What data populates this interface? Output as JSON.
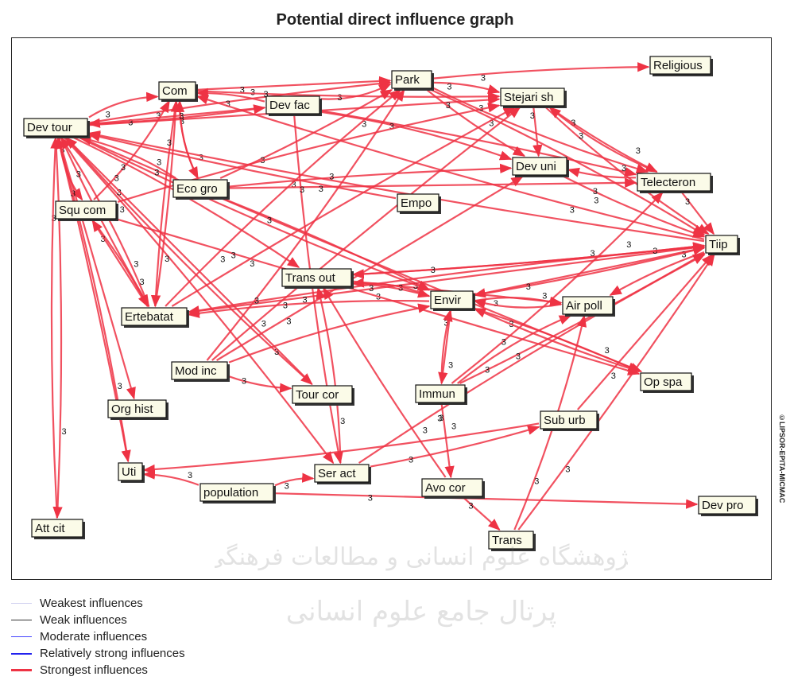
{
  "title": "Potential direct influence graph",
  "watermark": {
    "line1": "پژوهشگاه علوم انسانی و مطالعات فرهنگی",
    "line2": "پرتال جامع علوم انسانی"
  },
  "side_text": "©LIPSOR-EPITA-MICMAC",
  "edge_default_weight": "3",
  "colors": {
    "strongest": "#ee3344",
    "relatively_strong": "#2222ee",
    "moderate": "#4444ff",
    "weak": "#333333",
    "weakest": "#d0d0f0"
  },
  "legend": [
    {
      "label": "Weakest influences",
      "color": "#d0d0f0",
      "thickness": 1
    },
    {
      "label": "Weak influences",
      "color": "#333333",
      "thickness": 1
    },
    {
      "label": "Moderate influences",
      "color": "#4444ff",
      "thickness": 1
    },
    {
      "label": "Relatively strong influences",
      "color": "#2222ee",
      "thickness": 2
    },
    {
      "label": "Strongest influences",
      "color": "#ee3344",
      "thickness": 3
    }
  ],
  "nodes": [
    {
      "id": "com",
      "label": "Com"
    },
    {
      "id": "park",
      "label": "Park"
    },
    {
      "id": "religious",
      "label": "Religious"
    },
    {
      "id": "devfac",
      "label": "Dev fac"
    },
    {
      "id": "stejari",
      "label": "Stejari sh"
    },
    {
      "id": "devtour",
      "label": "Dev tour"
    },
    {
      "id": "devuni",
      "label": "Dev uni"
    },
    {
      "id": "ecogro",
      "label": "Eco gro"
    },
    {
      "id": "telecteron",
      "label": "Telecteron"
    },
    {
      "id": "squcom",
      "label": "Squ com"
    },
    {
      "id": "empo",
      "label": "Empo"
    },
    {
      "id": "tiip",
      "label": "Tiip"
    },
    {
      "id": "transout",
      "label": "Trans out"
    },
    {
      "id": "envir",
      "label": "Envir"
    },
    {
      "id": "airpoll",
      "label": "Air poll"
    },
    {
      "id": "ertebatat",
      "label": "Ertebatat"
    },
    {
      "id": "modinc",
      "label": "Mod inc"
    },
    {
      "id": "opspa",
      "label": "Op spa"
    },
    {
      "id": "tourcor",
      "label": "Tour cor"
    },
    {
      "id": "immun",
      "label": "Immun"
    },
    {
      "id": "orghist",
      "label": "Org hist"
    },
    {
      "id": "suburb",
      "label": "Sub urb"
    },
    {
      "id": "uti",
      "label": "Uti"
    },
    {
      "id": "population",
      "label": "population"
    },
    {
      "id": "seract",
      "label": "Ser act"
    },
    {
      "id": "avocor",
      "label": "Avo cor"
    },
    {
      "id": "devpro",
      "label": "Dev pro"
    },
    {
      "id": "attcit",
      "label": "Att cit"
    },
    {
      "id": "trans",
      "label": "Trans"
    }
  ],
  "edges": [
    [
      "devtour",
      "com"
    ],
    [
      "devtour",
      "park"
    ],
    [
      "devtour",
      "stejari"
    ],
    [
      "devtour",
      "devfac"
    ],
    [
      "devtour",
      "squcom"
    ],
    [
      "devtour",
      "attcit"
    ],
    [
      "devtour",
      "uti"
    ],
    [
      "devtour",
      "orghist"
    ],
    [
      "devtour",
      "ertebatat"
    ],
    [
      "devtour",
      "tourcor"
    ],
    [
      "devtour",
      "seract"
    ],
    [
      "park",
      "religious"
    ],
    [
      "com",
      "park"
    ],
    [
      "devfac",
      "com"
    ],
    [
      "devfac",
      "park"
    ],
    [
      "devfac",
      "devuni"
    ],
    [
      "devfac",
      "telecteron"
    ],
    [
      "devfac",
      "devtour"
    ],
    [
      "park",
      "devuni"
    ],
    [
      "park",
      "telecteron"
    ],
    [
      "park",
      "tiip"
    ],
    [
      "park",
      "stejari"
    ],
    [
      "stejari",
      "devuni"
    ],
    [
      "stejari",
      "telecteron"
    ],
    [
      "stejari",
      "tiip"
    ],
    [
      "telecteron",
      "stejari"
    ],
    [
      "telecteron",
      "devuni"
    ],
    [
      "telecteron",
      "tiip"
    ],
    [
      "devuni",
      "tiip"
    ],
    [
      "ecogro",
      "devtour"
    ],
    [
      "ecogro",
      "com"
    ],
    [
      "ecogro",
      "devuni"
    ],
    [
      "ecogro",
      "telecteron"
    ],
    [
      "ecogro",
      "park"
    ],
    [
      "squcom",
      "com"
    ],
    [
      "squcom",
      "stejari"
    ],
    [
      "squcom",
      "ertebatat"
    ],
    [
      "ertebatat",
      "squcom"
    ],
    [
      "ertebatat",
      "com"
    ],
    [
      "ertebatat",
      "devtour"
    ],
    [
      "ertebatat",
      "park"
    ],
    [
      "ertebatat",
      "stejari"
    ],
    [
      "ertebatat",
      "tiip"
    ],
    [
      "com",
      "ertebatat"
    ],
    [
      "com",
      "ecogro"
    ],
    [
      "tiip",
      "devtour"
    ],
    [
      "tiip",
      "transout"
    ],
    [
      "tiip",
      "envir"
    ],
    [
      "tiip",
      "airpoll"
    ],
    [
      "tiip",
      "ertebatat"
    ],
    [
      "tiip",
      "com"
    ],
    [
      "transout",
      "envir"
    ],
    [
      "transout",
      "airpoll"
    ],
    [
      "transout",
      "tiip"
    ],
    [
      "envir",
      "transout"
    ],
    [
      "envir",
      "airpoll"
    ],
    [
      "envir",
      "opspa"
    ],
    [
      "envir",
      "immun"
    ],
    [
      "envir",
      "tiip"
    ],
    [
      "envir",
      "ertebatat"
    ],
    [
      "airpoll",
      "envir"
    ],
    [
      "immun",
      "envir"
    ],
    [
      "immun",
      "avocor"
    ],
    [
      "immun",
      "tiip"
    ],
    [
      "immun",
      "telecteron"
    ],
    [
      "immun",
      "airpoll"
    ],
    [
      "modinc",
      "stejari"
    ],
    [
      "modinc",
      "devuni"
    ],
    [
      "modinc",
      "tourcor"
    ],
    [
      "modinc",
      "park"
    ],
    [
      "modinc",
      "envir"
    ],
    [
      "empo",
      "devtour"
    ],
    [
      "tourcor",
      "devtour"
    ],
    [
      "seract",
      "suburb"
    ],
    [
      "seract",
      "transout"
    ],
    [
      "seract",
      "tiip"
    ],
    [
      "avocor",
      "transout"
    ],
    [
      "avocor",
      "trans"
    ],
    [
      "trans",
      "tiip"
    ],
    [
      "trans",
      "airpoll"
    ],
    [
      "suburb",
      "uti"
    ],
    [
      "population",
      "seract"
    ],
    [
      "population",
      "devpro"
    ],
    [
      "population",
      "uti"
    ],
    [
      "uti",
      "devtour"
    ],
    [
      "attcit",
      "devtour"
    ],
    [
      "opspa",
      "envir"
    ],
    [
      "suburb",
      "tiip"
    ],
    [
      "devtour",
      "opspa"
    ],
    [
      "devtour",
      "envir"
    ],
    [
      "devtour",
      "transout"
    ],
    [
      "ecogro",
      "envir"
    ],
    [
      "squcom",
      "opspa"
    ],
    [
      "com",
      "stejari"
    ],
    [
      "devfac",
      "seract"
    ]
  ]
}
